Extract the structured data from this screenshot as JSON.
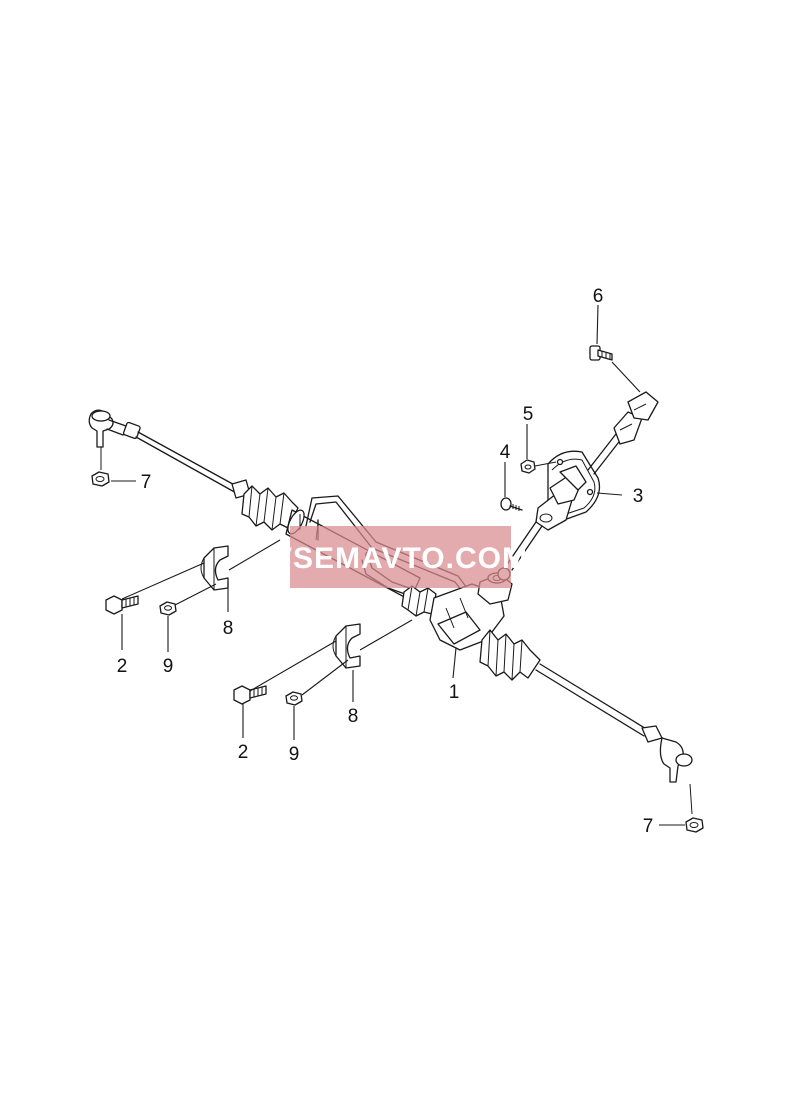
{
  "diagram": {
    "watermark": {
      "text": "VSEMAVTO.COM",
      "color": "#d98a8f"
    },
    "callouts": {
      "c1": "1",
      "c2a": "2",
      "c2b": "2",
      "c3": "3",
      "c4": "4",
      "c5": "5",
      "c6": "6",
      "c7a": "7",
      "c7b": "7",
      "c8a": "8",
      "c8b": "8",
      "c9a": "9",
      "c9b": "9"
    }
  }
}
